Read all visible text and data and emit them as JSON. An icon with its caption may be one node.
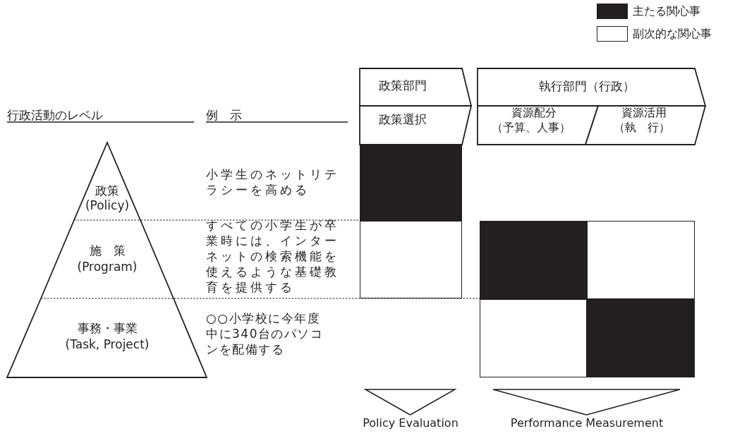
{
  "diagram": {
    "nodes": [
      {
        "text": [
          "政策",
          "(Policy)"
        ]
      },
      {
        "text": [
          "施　策",
          "(Program)"
        ]
      },
      {
        "text": [
          "事務・事業",
          "(Task, Project)"
        ]
      },
      {
        "text": [
          "政策部門"
        ]
      },
      {
        "text": [
          "政策選択"
        ]
      },
      {
        "text": [
          "執行部門（行政）"
        ]
      },
      {
        "text": [
          "資源配分",
          "（予算、人事）"
        ]
      },
      {
        "text": [
          "資源活用",
          "（執　行）"
        ]
      },
      {
        "text": [
          "Policy Evaluation"
        ]
      },
      {
        "text": [
          "Performance Measurement"
        ]
      }
    ],
    "edges": [
      {
        "from": null,
        "to": 8,
        "arrow": "to"
      },
      {
        "from": null,
        "to": 9,
        "arrow": "to"
      }
    ],
    "labels": [
      "行政活動のレベル",
      "例　示",
      "小学生のネットリテラシーを高める",
      "すべての小学生が卒業時には、インターネットの検索機能を使えるような基礎教育を提供する",
      "○○小学校に今年度中に340台のパソコンを配備する"
    ],
    "legend": [
      {
        "text": "主たる関心事",
        "color": "#231f20"
      },
      {
        "text": "副次的な関心事",
        "color": "#ffffff"
      }
    ]
  }
}
